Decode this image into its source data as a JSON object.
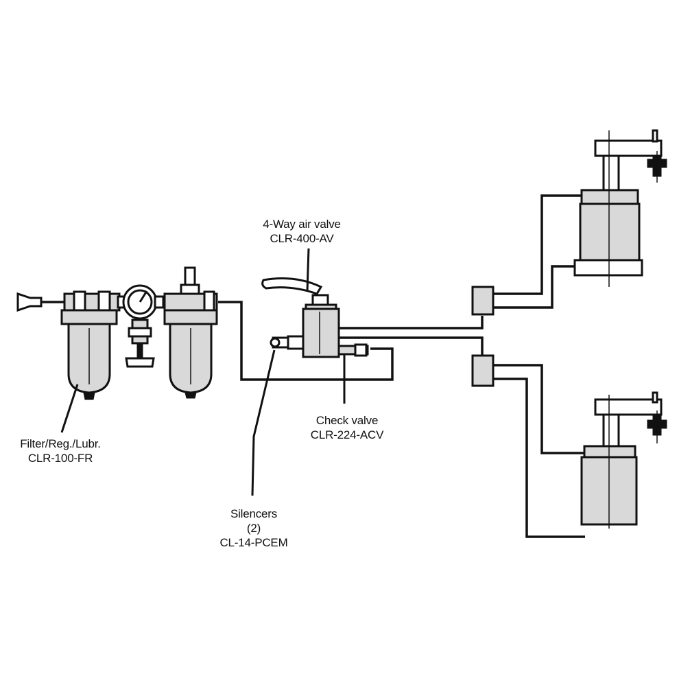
{
  "labels": {
    "frl": {
      "line1": "Filter/Reg./Lubr.",
      "line2": "CLR-100-FR"
    },
    "valve": {
      "line1": "4-Way air valve",
      "line2": "CLR-400-AV"
    },
    "check": {
      "line1": "Check valve",
      "line2": "CLR-224-ACV"
    },
    "silencers": {
      "line1": "Silencers",
      "line2": "(2)",
      "line3": "CL-14-PCEM"
    }
  },
  "colors": {
    "line": "#111111",
    "fill": "#d9d9d9",
    "background": "#ffffff"
  }
}
